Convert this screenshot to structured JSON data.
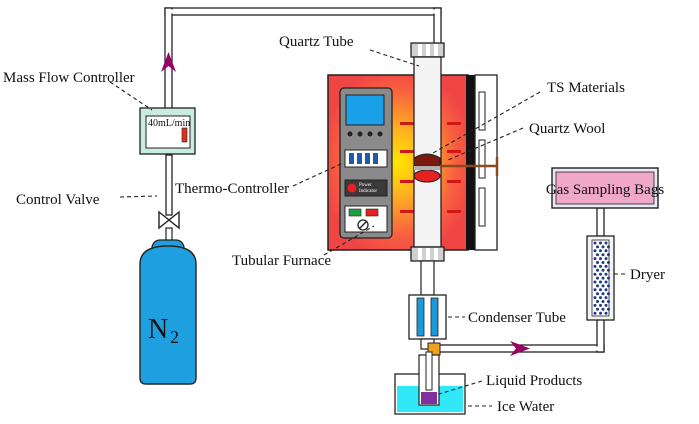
{
  "labels": {
    "quartz_tube": "Quartz Tube",
    "mass_flow_controller": "Mass Flow Controller",
    "ts_materials": "TS Materials",
    "quartz_wool": "Quartz Wool",
    "thermo_controller": "Thermo-Controller",
    "control_valve": "Control Valve",
    "gas_sampling_bags": "Gas Sampling Bags",
    "dryer": "Dryer",
    "tubular_furnace": "Tubular Furnace",
    "condenser_tube": "Condenser Tube",
    "liquid_products": "Liquid Products",
    "ice_water": "Ice Water"
  },
  "flow_display": "40mL/min",
  "gas_cylinder": {
    "label_main": "N",
    "label_sub": "2"
  },
  "controller_panel_text": {
    "line1": "Power",
    "line2": "Indicator"
  },
  "colors": {
    "cylinder": "#1ea0e0",
    "furnace_outer": "#f04040",
    "furnace_hot": "#ffd000",
    "controller_box": "#8a8a8a",
    "controller_screen": "#1aa0e8",
    "mfc_box": "#c9ece0",
    "gas_bag": "#f0a8c8",
    "ice_water": "#30e8f8",
    "liquid_product": "#8030a0",
    "flow_arrow": "#990066",
    "tube": "#f4f4f4",
    "condenser": "#1a9ad8"
  }
}
